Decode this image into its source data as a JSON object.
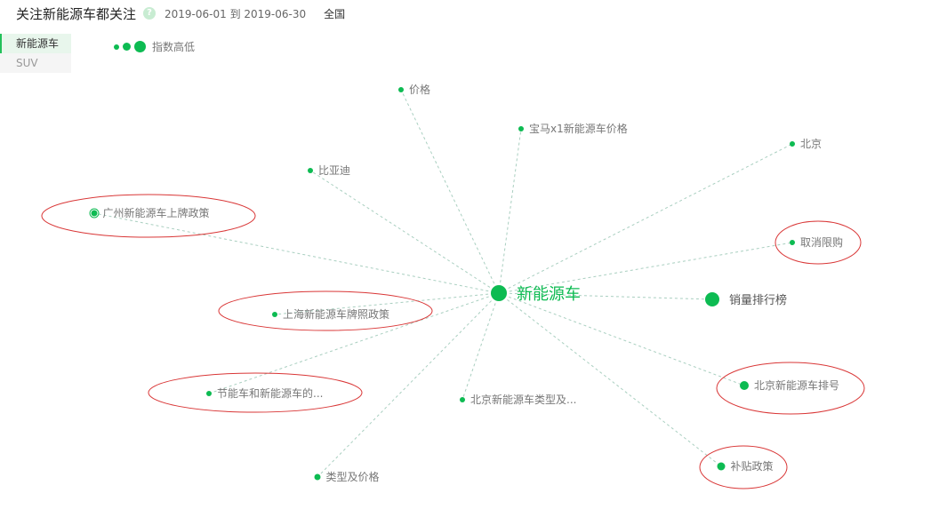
{
  "header": {
    "title": "关注新能源车都关注",
    "date_range": "2019-06-01 到 2019-06-30",
    "region": "全国"
  },
  "tabs": [
    {
      "label": "新能源车",
      "active": true
    },
    {
      "label": "SUV",
      "active": false
    }
  ],
  "legend": {
    "label": "指数高低"
  },
  "colors": {
    "node": "#0dbb52",
    "edge": "#a9cfc0",
    "annotation": "#d93636"
  },
  "graph": {
    "center": {
      "label": "新能源车"
    },
    "nodes": [
      {
        "label": "价格"
      },
      {
        "label": "宝马x1新能源车价格"
      },
      {
        "label": "北京"
      },
      {
        "label": "比亚迪"
      },
      {
        "label": "广州新能源车上牌政策"
      },
      {
        "label": "取消限购"
      },
      {
        "label": "销量排行榜"
      },
      {
        "label": "上海新能源车牌照政策"
      },
      {
        "label": "节能车和新能源车的..."
      },
      {
        "label": "北京新能源车类型及..."
      },
      {
        "label": "北京新能源车排号"
      },
      {
        "label": "补贴政策"
      },
      {
        "label": "类型及价格"
      }
    ]
  }
}
